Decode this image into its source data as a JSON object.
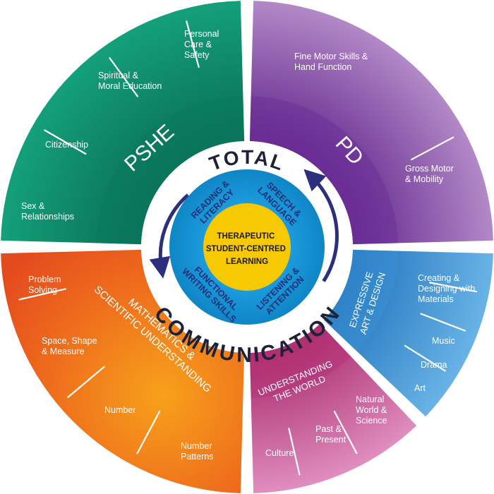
{
  "ring": {
    "top": "TOTAL",
    "bottom": "COMMUNICATION",
    "arrow_color": "#2b2f7d"
  },
  "center": {
    "lines": [
      "THERAPEUTIC",
      "STUDENT-CENTRED",
      "LEARNING"
    ],
    "fill": "#f7c900"
  },
  "core": {
    "fill": "#1c9ad6",
    "labels": [
      [
        "READING &",
        "LITERACY"
      ],
      [
        "SPEECH &",
        "LANGUAGE"
      ],
      [
        "LISTENING &",
        "ATTENTION"
      ],
      [
        "FUNCTIONAL",
        "WRITING SKILLS"
      ]
    ]
  },
  "sectors": [
    {
      "label": "PSHE",
      "color": "#0e8a69",
      "items": [
        [
          "Personal",
          "Care &",
          "Safety"
        ],
        [
          "Spiritual &",
          "Moral Education"
        ],
        [
          "Citizenship"
        ],
        [
          "Sex &",
          "Relationships"
        ]
      ]
    },
    {
      "label": "PD",
      "color": "#7a3aa2",
      "items": [
        [
          "Fine Motor Skills &",
          "Hand Function"
        ],
        [
          "Gross Motor",
          "& Mobility"
        ]
      ]
    },
    {
      "label": [
        "EXPRESSIVE",
        "ART & DESIGN"
      ],
      "color": "#2a88cc",
      "items": [
        [
          "Creating &",
          "Designing with",
          "Materials"
        ],
        [
          "Music"
        ],
        [
          "Drama"
        ],
        [
          "Art"
        ]
      ]
    },
    {
      "label": [
        "UNDERSTANDING",
        "THE WORLD"
      ],
      "color": "#c23c82",
      "items": [
        [
          "Natural",
          "World &",
          "Science"
        ],
        [
          "Past &",
          "Present"
        ],
        [
          "Culture"
        ]
      ]
    },
    {
      "label": [
        "MATHEMATICS &",
        "SCIENTIFIC UNDERSTANDING"
      ],
      "color": "#eb5a1e",
      "items": [
        [
          "Problem",
          "Solving"
        ],
        [
          "Space, Shape",
          "& Measure"
        ],
        [
          "Number"
        ],
        [
          "Number",
          "Patterns"
        ]
      ]
    }
  ]
}
